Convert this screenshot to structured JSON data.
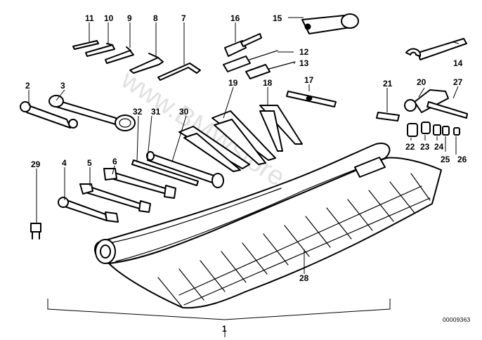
{
  "diagram": {
    "document_number": "00009363",
    "watermark": "www.BMWstore.pl",
    "callouts": {
      "c1": "1",
      "c2": "2",
      "c3": "3",
      "c4": "4",
      "c5": "5",
      "c6": "6",
      "c7": "7",
      "c8": "8",
      "c9": "9",
      "c10": "10",
      "c11": "11",
      "c12": "12",
      "c13": "13",
      "c14": "14",
      "c15": "15",
      "c16": "16",
      "c17": "17",
      "c18": "18",
      "c19": "19",
      "c20": "20",
      "c21": "21",
      "c22": "22",
      "c23": "23",
      "c24": "24",
      "c25": "25",
      "c26": "26",
      "c27": "27",
      "c28": "28",
      "c29": "29",
      "c30": "30",
      "c31": "31",
      "c32": "32"
    }
  }
}
